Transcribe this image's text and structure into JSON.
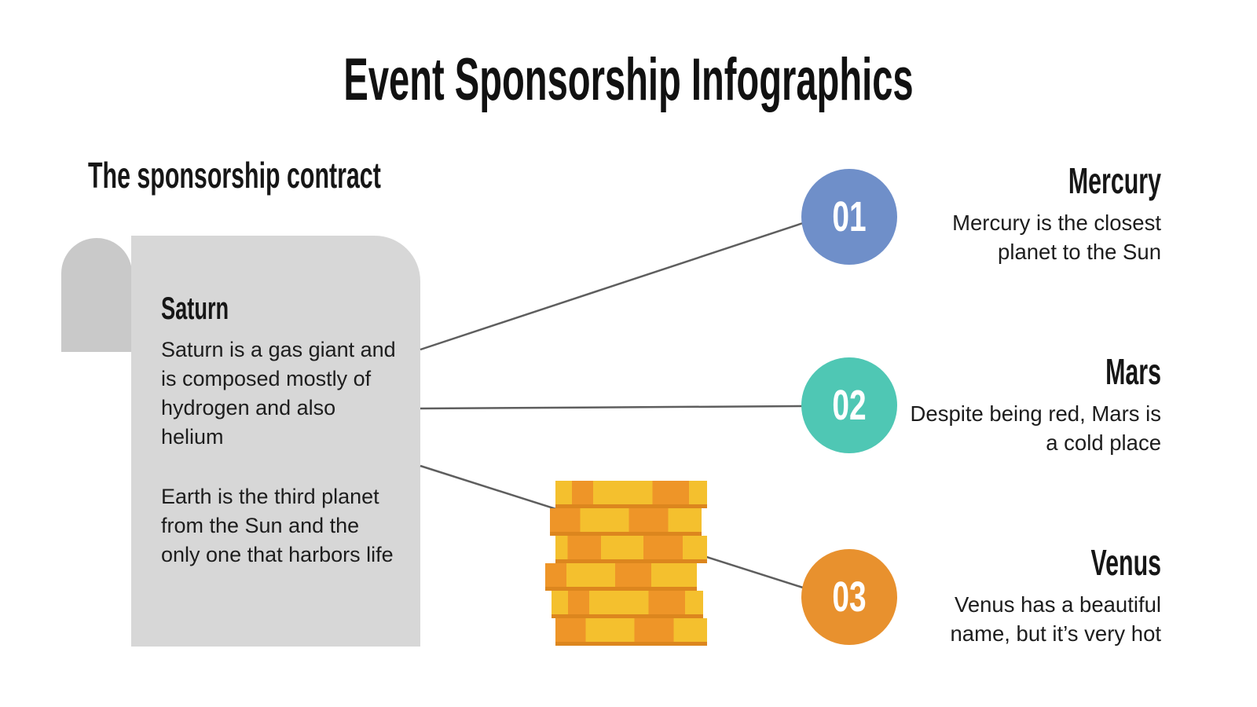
{
  "title": "Event Sponsorship Infographics",
  "left_section": {
    "heading": "The sponsorship contract",
    "contract": {
      "heading": "Saturn",
      "paragraphs": [
        "Saturn is a gas giant and is composed mostly of hydrogen and also helium",
        "Earth is the third planet from the Sun and the only one that harbors life"
      ]
    }
  },
  "items": [
    {
      "number": "01",
      "title": "Mercury",
      "description": "Mercury is the closest planet to the Sun",
      "color": "#6F8FC9"
    },
    {
      "number": "02",
      "title": "Mars",
      "description": "Despite being red, Mars is a cold place",
      "color": "#4FC7B4"
    },
    {
      "number": "03",
      "title": "Venus",
      "description": "Venus has a beautiful name, but it’s very hot",
      "color": "#E8912E"
    }
  ],
  "icons": [
    {
      "name": "contract-scroll-icon",
      "meaning": "sponsorship contract paper scroll"
    },
    {
      "name": "coin-stack-icon",
      "meaning": "stack of six gold coins"
    }
  ],
  "colors": {
    "connector": "#5E5E5E",
    "contract_body": "#D7D7D7",
    "contract_tab": "#C9C9C9",
    "coin_yellow": "#F4C02E",
    "coin_orange": "#EE9528",
    "coin_rim": "#DC861E"
  }
}
